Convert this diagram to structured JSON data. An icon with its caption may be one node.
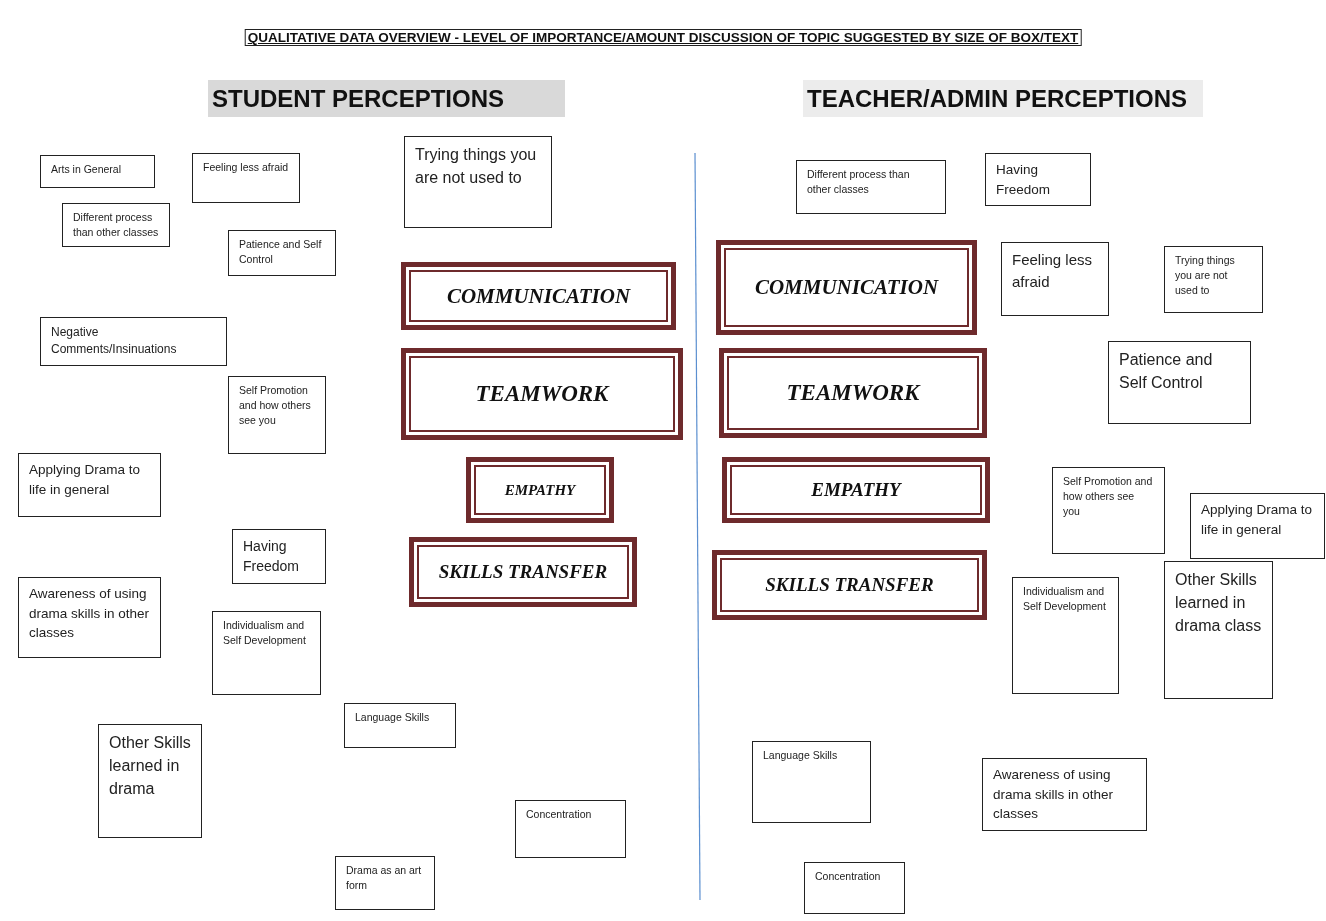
{
  "diagram": {
    "title": "QUALITATIVE DATA OVERVIEW - LEVEL OF IMPORTANCE/AMOUNT DISCUSSION OF TOPIC SUGGESTED BY SIZE OF BOX/TEXT",
    "nodes": [
      {
        "text": [
          "STUDENT PERCEPTIONS"
        ]
      },
      {
        "text": [
          "Arts in General"
        ]
      },
      {
        "text": [
          "Feeling less afraid"
        ]
      },
      {
        "text": [
          "Trying things you are not used to"
        ]
      },
      {
        "text": [
          "Different process than other classes"
        ]
      },
      {
        "text": [
          "Patience and Self Control"
        ]
      },
      {
        "text": [
          "COMMUNICATION"
        ]
      },
      {
        "text": [
          "Negative Comments/Insinuations"
        ]
      },
      {
        "text": [
          "TEAMWORK"
        ]
      },
      {
        "text": [
          "Self Promotion and how others see you"
        ]
      },
      {
        "text": [
          "Applying Drama to life in general"
        ]
      },
      {
        "text": [
          "EMPATHY"
        ]
      },
      {
        "text": [
          "Having Freedom"
        ]
      },
      {
        "text": [
          "SKILLS TRANSFER"
        ]
      },
      {
        "text": [
          "Awareness of using drama skills in other classes"
        ]
      },
      {
        "text": [
          "Individualism and Self Development"
        ]
      },
      {
        "text": [
          "Language Skills"
        ]
      },
      {
        "text": [
          "Other Skills learned in drama"
        ]
      },
      {
        "text": [
          "Concentration"
        ]
      },
      {
        "text": [
          "Drama as an art form"
        ]
      },
      {
        "text": [
          "TEACHER/ADMIN PERCEPTIONS"
        ]
      },
      {
        "text": [
          "Different process than other classes"
        ]
      },
      {
        "text": [
          "Having Freedom"
        ]
      },
      {
        "text": [
          "COMMUNICATION"
        ]
      },
      {
        "text": [
          "Feeling less afraid"
        ]
      },
      {
        "text": [
          "Trying things you are not used to"
        ]
      },
      {
        "text": [
          "TEAMWORK"
        ]
      },
      {
        "text": [
          "Patience and Self Control"
        ]
      },
      {
        "text": [
          "EMPATHY"
        ]
      },
      {
        "text": [
          "Self Promotion and how others see you"
        ]
      },
      {
        "text": [
          "Applying Drama to life in general"
        ]
      },
      {
        "text": [
          "SKILLS TRANSFER"
        ]
      },
      {
        "text": [
          "Individualism and Self Development"
        ]
      },
      {
        "text": [
          "Other Skills learned in drama class"
        ]
      },
      {
        "text": [
          "Language Skills"
        ]
      },
      {
        "text": [
          "Awareness of using drama skills in other classes"
        ]
      },
      {
        "text": [
          "Concentration"
        ]
      }
    ]
  }
}
